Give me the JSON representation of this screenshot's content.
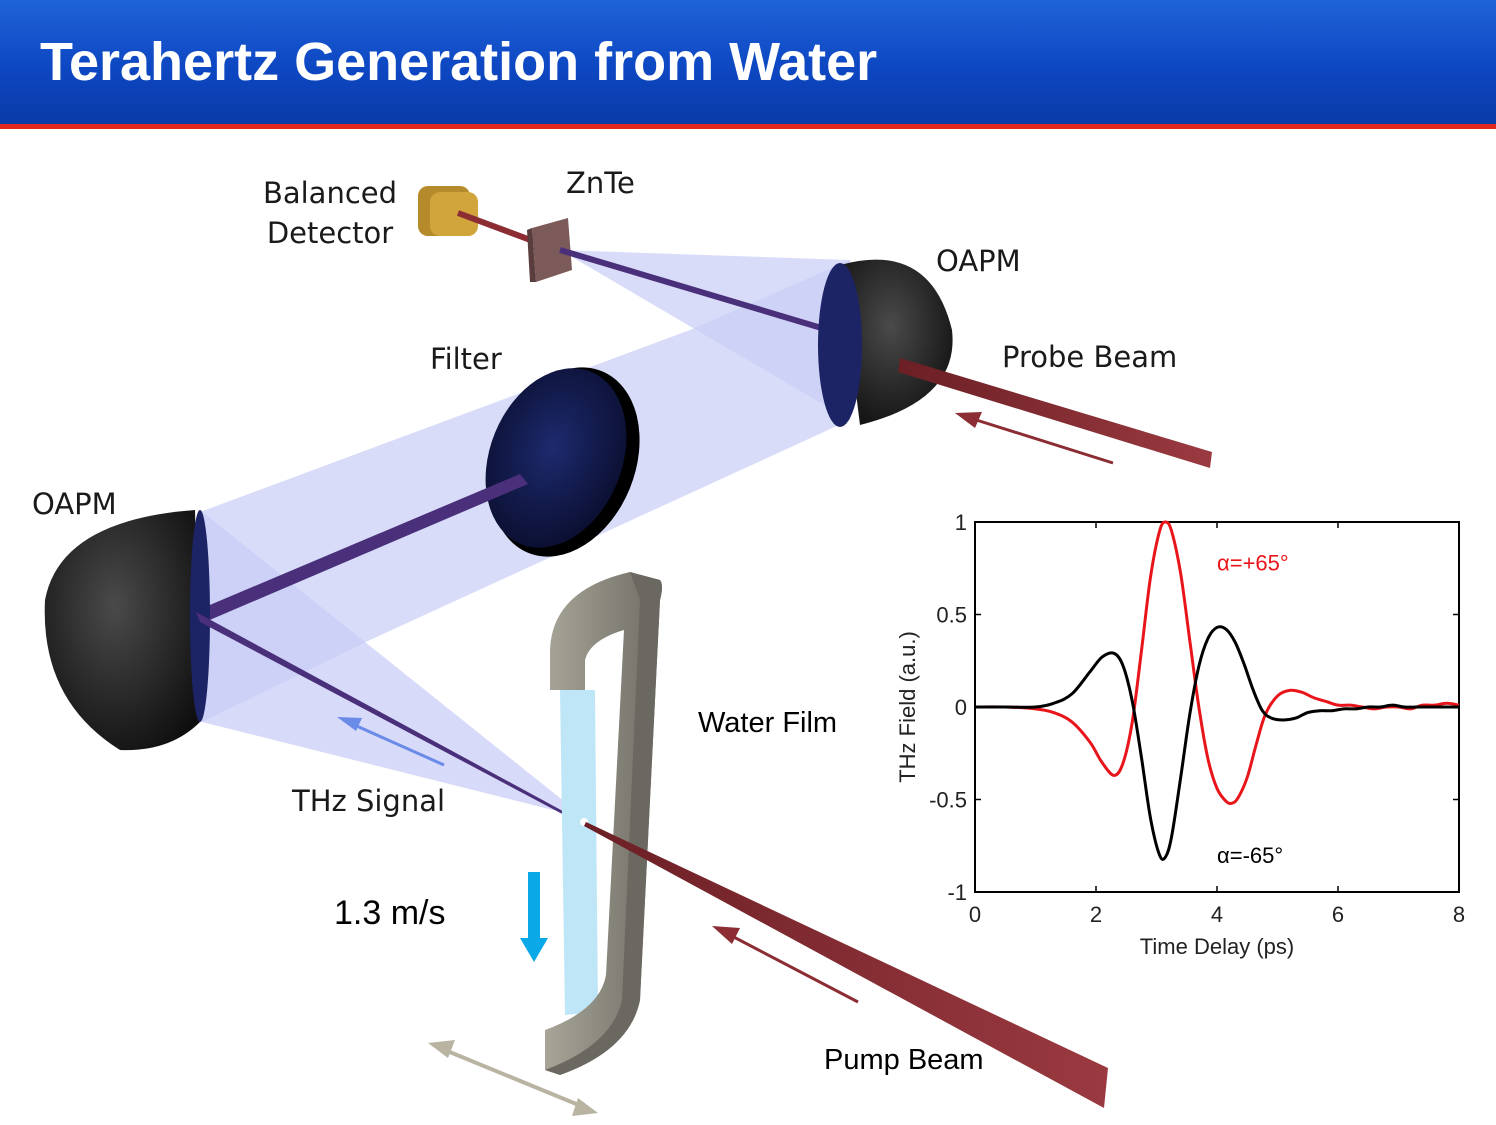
{
  "slide": {
    "title": "Terahertz Generation from Water"
  },
  "labels": {
    "balanced_detector_line1": "Balanced",
    "balanced_detector_line2": "Detector",
    "znte": "ZnTe",
    "oapm_top": "OAPM",
    "probe_beam": "Probe Beam",
    "filter": "Filter",
    "oapm_left": "OAPM",
    "water_film": "Water Film",
    "thz_signal": "THz Signal",
    "speed": "1.3 m/s",
    "pump_beam": "Pump Beam"
  },
  "colors": {
    "title_bar": "#0d47c2",
    "title_rule": "#e0281f",
    "laser_beam": "#8b2d33",
    "thz_beam": "#4a2f7a",
    "thz_cone": "#c9cdf6",
    "water": "#bfe6f7",
    "flow_arrow": "#0aa8e6",
    "frame": "#8d8c84",
    "series_positive": "#e8151a",
    "series_negative": "#000000"
  },
  "chart_data": {
    "type": "line",
    "xlabel": "Time Delay (ps)",
    "ylabel": "THz Field (a.u.)",
    "xlim": [
      0,
      8
    ],
    "ylim": [
      -1,
      1
    ],
    "xticks": [
      "0",
      "2",
      "4",
      "6",
      "8"
    ],
    "yticks": [
      "-1",
      "-0.5",
      "0",
      "0.5",
      "1"
    ],
    "grid": false,
    "series": [
      {
        "name": "α=+65°",
        "color": "#e8151a",
        "x": [
          0,
          0.5,
          1.0,
          1.3,
          1.6,
          1.9,
          2.1,
          2.3,
          2.45,
          2.6,
          2.75,
          2.9,
          3.05,
          3.15,
          3.25,
          3.4,
          3.55,
          3.7,
          3.85,
          4.0,
          4.15,
          4.25,
          4.35,
          4.5,
          4.65,
          4.8,
          5.0,
          5.2,
          5.4,
          5.6,
          5.8,
          6.0,
          6.2,
          6.4,
          6.6,
          6.8,
          7.0,
          7.2,
          7.4,
          7.6,
          7.8,
          8.0
        ],
        "y": [
          0.0,
          0.0,
          -0.01,
          -0.03,
          -0.08,
          -0.19,
          -0.3,
          -0.37,
          -0.3,
          -0.08,
          0.3,
          0.7,
          0.95,
          1.0,
          0.95,
          0.72,
          0.36,
          0.0,
          -0.28,
          -0.44,
          -0.51,
          -0.52,
          -0.49,
          -0.38,
          -0.2,
          -0.04,
          0.06,
          0.09,
          0.08,
          0.05,
          0.03,
          0.01,
          0.01,
          0.0,
          -0.01,
          0.0,
          0.0,
          -0.01,
          0.01,
          0.01,
          0.02,
          0.01
        ]
      },
      {
        "name": "α=-65°",
        "color": "#000000",
        "x": [
          0,
          0.5,
          1.0,
          1.3,
          1.6,
          1.9,
          2.1,
          2.3,
          2.45,
          2.6,
          2.75,
          2.9,
          3.05,
          3.15,
          3.25,
          3.4,
          3.55,
          3.7,
          3.85,
          4.0,
          4.15,
          4.3,
          4.45,
          4.6,
          4.75,
          4.9,
          5.1,
          5.3,
          5.5,
          5.7,
          5.9,
          6.1,
          6.3,
          6.5,
          6.7,
          6.9,
          7.1,
          7.3,
          7.5,
          7.7,
          8.0
        ],
        "y": [
          0.0,
          0.0,
          0.0,
          0.02,
          0.07,
          0.19,
          0.27,
          0.29,
          0.22,
          0.03,
          -0.27,
          -0.6,
          -0.8,
          -0.81,
          -0.7,
          -0.38,
          -0.04,
          0.22,
          0.37,
          0.43,
          0.42,
          0.35,
          0.23,
          0.09,
          -0.02,
          -0.06,
          -0.07,
          -0.06,
          -0.03,
          -0.02,
          -0.02,
          -0.01,
          -0.01,
          0.0,
          0.0,
          0.01,
          0.0,
          0.0,
          0.0,
          0.0,
          0.0
        ]
      }
    ],
    "annotations": [
      {
        "text": "α=+65°",
        "x": 4.0,
        "y": 0.78,
        "color": "#e8151a"
      },
      {
        "text": "α=-65°",
        "x": 4.0,
        "y": -0.8,
        "color": "#000000"
      }
    ]
  }
}
